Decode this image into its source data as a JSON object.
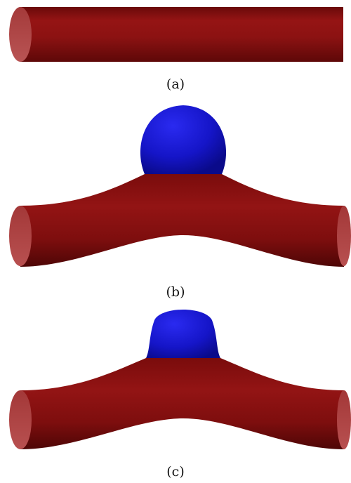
{
  "figure": {
    "panels": [
      {
        "caption": "(a)",
        "shape": "straight-cylinder"
      },
      {
        "caption": "(b)",
        "shape": "bent-tube-with-large-blue-cap"
      },
      {
        "caption": "(c)",
        "shape": "bent-tube-with-small-blue-cap"
      }
    ]
  },
  "colors": {
    "tube": "#8b1212",
    "tube_end": "#b03c3c",
    "cap": "#1a1ad0",
    "background": "#ffffff"
  }
}
